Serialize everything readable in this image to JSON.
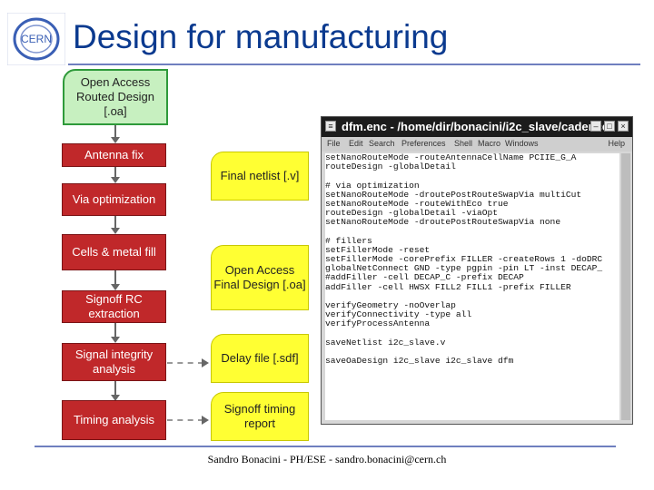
{
  "slide": {
    "title": "Design for manufacturing",
    "footer": "Sandro Bonacini - PH/ESE - sandro.bonacini@cern.ch",
    "logo_text": "CERN"
  },
  "flow_left": [
    {
      "label": "Open Access Routed Design [.oa]"
    },
    {
      "label": "Antenna fix"
    },
    {
      "label": "Via optimization"
    },
    {
      "label": "Cells & metal fill"
    },
    {
      "label": "Signoff RC extraction"
    },
    {
      "label": "Signal integrity analysis"
    },
    {
      "label": "Timing analysis"
    }
  ],
  "flow_right": [
    {
      "label": "Final netlist [.v]"
    },
    {
      "label": "Open Access Final Design [.oa]"
    },
    {
      "label": "Delay file [.sdf]"
    },
    {
      "label": "Signoff timing report"
    }
  ],
  "editor": {
    "title": "dfm.enc - /home/dir/bonacini/i2c_slave/cadence",
    "menu": [
      "File",
      "Edit",
      "Search",
      "Preferences",
      "Shell",
      "Macro",
      "Windows",
      "Help"
    ],
    "lines": [
      "setNanoRouteMode -routeAntennaCellName PCIIE_G_A",
      "routeDesign -globalDetail",
      "",
      "# via optimization",
      "setNanoRouteMode -droutePostRouteSwapVia multiCut",
      "setNanoRouteMode -routeWithEco true",
      "routeDesign -globalDetail -viaOpt",
      "setNanoRouteMode -droutePostRouteSwapVia none",
      "",
      "# fillers",
      "setFillerMode -reset",
      "setFillerMode -corePrefix FILLER -createRows 1 -doDRC",
      "globalNetConnect GND -type pgpin -pin LT -inst DECAP_",
      "#addFiller -cell DECAP_C -prefix DECAP",
      "addFiller -cell HWSX FILL2 FILL1 -prefix FILLER",
      "",
      "verifyGeometry -noOverlap",
      "verifyConnectivity -type all",
      "verifyProcessAntenna",
      "",
      "saveNetlist i2c_slave.v",
      "",
      "saveOaDesign i2c_slave i2c_slave dfm"
    ]
  },
  "colors": {
    "title": "#0b3a8f",
    "step_red": "#c0282a",
    "output_yellow": "#ffff33",
    "input_green": "#c7f0c0"
  }
}
